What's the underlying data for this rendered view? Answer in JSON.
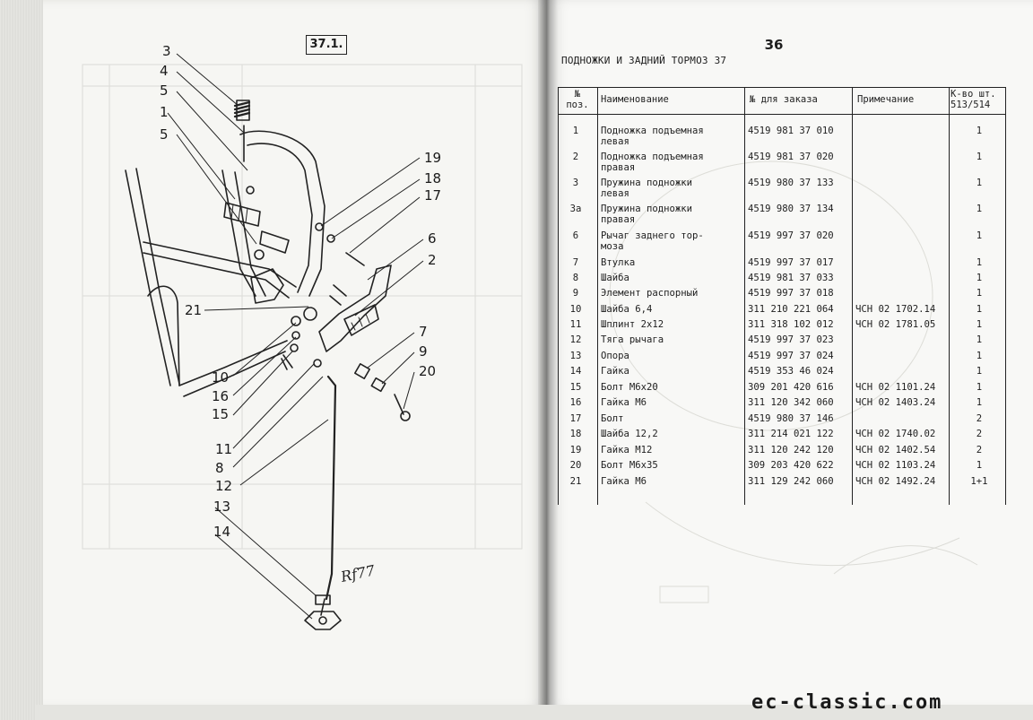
{
  "figure": {
    "label": "37.1."
  },
  "callouts": [
    "3",
    "4",
    "5",
    "1",
    "5",
    "19",
    "18",
    "17",
    "6",
    "2",
    "21",
    "7",
    "9",
    "20",
    "10",
    "16",
    "15",
    "11",
    "8",
    "12",
    "13",
    "14"
  ],
  "signature": "Rf77",
  "page": {
    "number": "36",
    "section_title": "ПОДНОЖКИ И ЗАДНИЙ ТОРМОЗ  37"
  },
  "table": {
    "headers": {
      "pos_line1": "№",
      "pos_line2": "поз.",
      "name": "Наименование",
      "code": "№ для заказа",
      "note": "Примечание",
      "qty_line1": "К-во шт.",
      "qty_line2": "513/514"
    },
    "rows": [
      {
        "pos": "1",
        "name": "Подножка подъемная",
        "name2": "левая",
        "code": "4519 981 37 010",
        "note": "",
        "qty": "1"
      },
      {
        "pos": "2",
        "name": "Подножка подъемная",
        "name2": "правая",
        "code": "4519 981 37 020",
        "note": "",
        "qty": "1"
      },
      {
        "pos": "3",
        "name": "Пружина подножки",
        "name2": "левая",
        "code": "4519 980 37 133",
        "note": "",
        "qty": "1"
      },
      {
        "pos": "3а",
        "name": "Пружина подножки",
        "name2": "правая",
        "code": "4519 980 37 134",
        "note": "",
        "qty": "1"
      },
      {
        "pos": "6",
        "name": "Рычаг заднего тор-",
        "name2": "моза",
        "code": "4519 997 37 020",
        "note": "",
        "qty": "1"
      },
      {
        "pos": "7",
        "name": "Втулка",
        "name2": "",
        "code": "4519 997 37 017",
        "note": "",
        "qty": "1"
      },
      {
        "pos": "8",
        "name": "Шайба",
        "name2": "",
        "code": "4519 981 37 033",
        "note": "",
        "qty": "1"
      },
      {
        "pos": "9",
        "name": "Элемент распорный",
        "name2": "",
        "code": "4519 997 37 018",
        "note": "",
        "qty": "1"
      },
      {
        "pos": "10",
        "name": "Шайба 6,4",
        "name2": "",
        "code": "311 210 221 064",
        "note": "ЧСН 02 1702.14",
        "qty": "1"
      },
      {
        "pos": "11",
        "name": "Шплинт 2х12",
        "name2": "",
        "code": "311 318 102 012",
        "note": "ЧСН 02 1781.05",
        "qty": "1"
      },
      {
        "pos": "12",
        "name": "Тяга рычага",
        "name2": "",
        "code": "4519 997 37 023",
        "note": "",
        "qty": "1"
      },
      {
        "pos": "13",
        "name": "Опора",
        "name2": "",
        "code": "4519 997 37 024",
        "note": "",
        "qty": "1"
      },
      {
        "pos": "14",
        "name": "Гайка",
        "name2": "",
        "code": "4519 353 46 024",
        "note": "",
        "qty": "1"
      },
      {
        "pos": "15",
        "name": "Болт М6х20",
        "name2": "",
        "code": "309 201 420 616",
        "note": "ЧСН 02 1101.24",
        "qty": "1"
      },
      {
        "pos": "16",
        "name": "Гайка М6",
        "name2": "",
        "code": "311 120 342 060",
        "note": "ЧСН 02 1403.24",
        "qty": "1"
      },
      {
        "pos": "17",
        "name": "Болт",
        "name2": "",
        "code": "4519 980 37 146",
        "note": "",
        "qty": "2"
      },
      {
        "pos": "18",
        "name": "Шайба 12,2",
        "name2": "",
        "code": "311 214 021 122",
        "note": "ЧСН 02 1740.02",
        "qty": "2"
      },
      {
        "pos": "19",
        "name": "Гайка М12",
        "name2": "",
        "code": "311 120 242 120",
        "note": "ЧСН 02 1402.54",
        "qty": "2"
      },
      {
        "pos": "20",
        "name": "Болт М6х35",
        "name2": "",
        "code": "309 203 420 622",
        "note": "ЧСН 02 1103.24",
        "qty": "1"
      },
      {
        "pos": "21",
        "name": "Гайка М6",
        "name2": "",
        "code": "311 129 242 060",
        "note": "ЧСН 02 1492.24",
        "qty": "1+1"
      }
    ]
  },
  "watermark": "ec-classic.com"
}
